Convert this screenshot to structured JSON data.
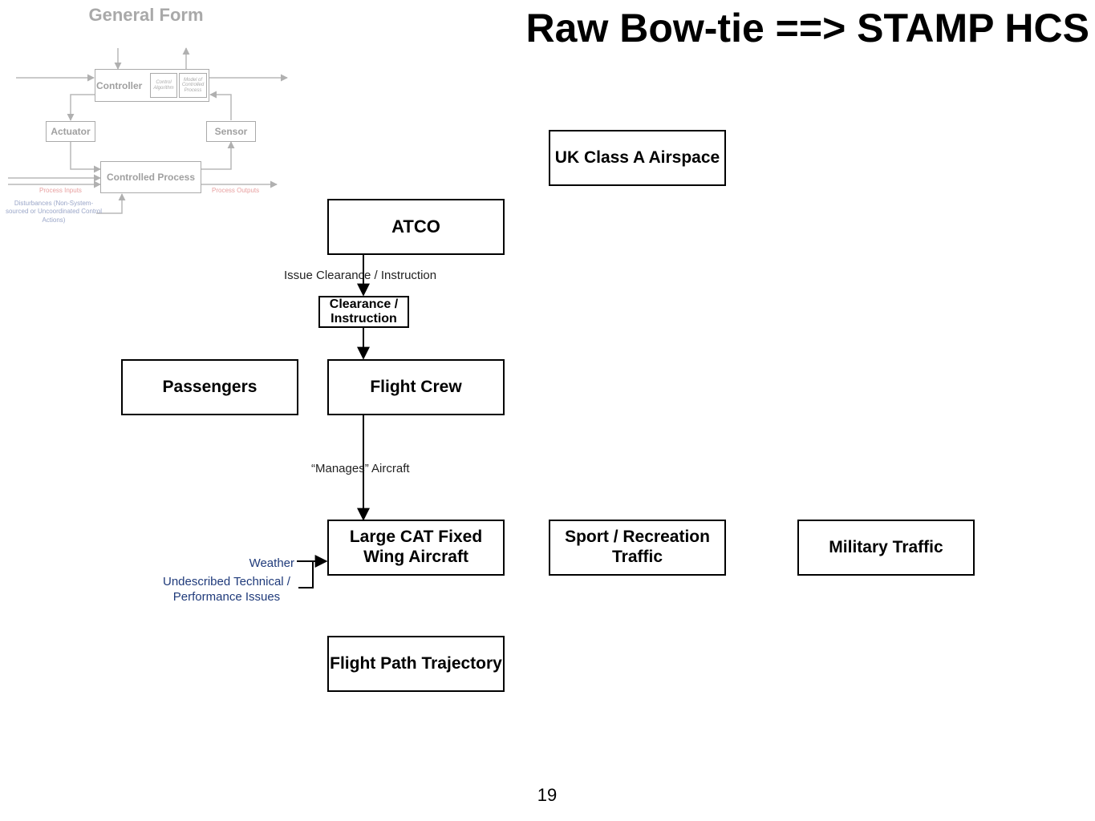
{
  "title": "Raw Bow-tie ==> STAMP HCS",
  "page_number": "19",
  "general_form": {
    "title": "General Form",
    "controller": "Controller",
    "control_algorithm": "Control Algorithm",
    "process_model": "Model of Controlled Process",
    "actuator": "Actuator",
    "sensor": "Sensor",
    "controlled_process": "Controlled Process",
    "process_inputs": "Process Inputs",
    "process_outputs": "Process Outputs",
    "disturbances": "Disturbances (Non-System-sourced or Uncoordinated Control Actions)"
  },
  "nodes": {
    "uk_airspace": "UK Class A Airspace",
    "atco": "ATCO",
    "clearance": "Clearance / Instruction",
    "passengers": "Passengers",
    "flight_crew": "Flight Crew",
    "aircraft": "Large CAT Fixed Wing Aircraft",
    "sport_traffic": "Sport / Recreation Traffic",
    "military_traffic": "Military Traffic",
    "flight_path": "Flight Path Trajectory"
  },
  "edges": {
    "issue_clearance": "Issue Clearance / Instruction",
    "manages_aircraft": "“Manages” Aircraft"
  },
  "disturbance_inputs": {
    "weather": "Weather",
    "technical_issues": "Undescribed Technical / Performance Issues"
  }
}
